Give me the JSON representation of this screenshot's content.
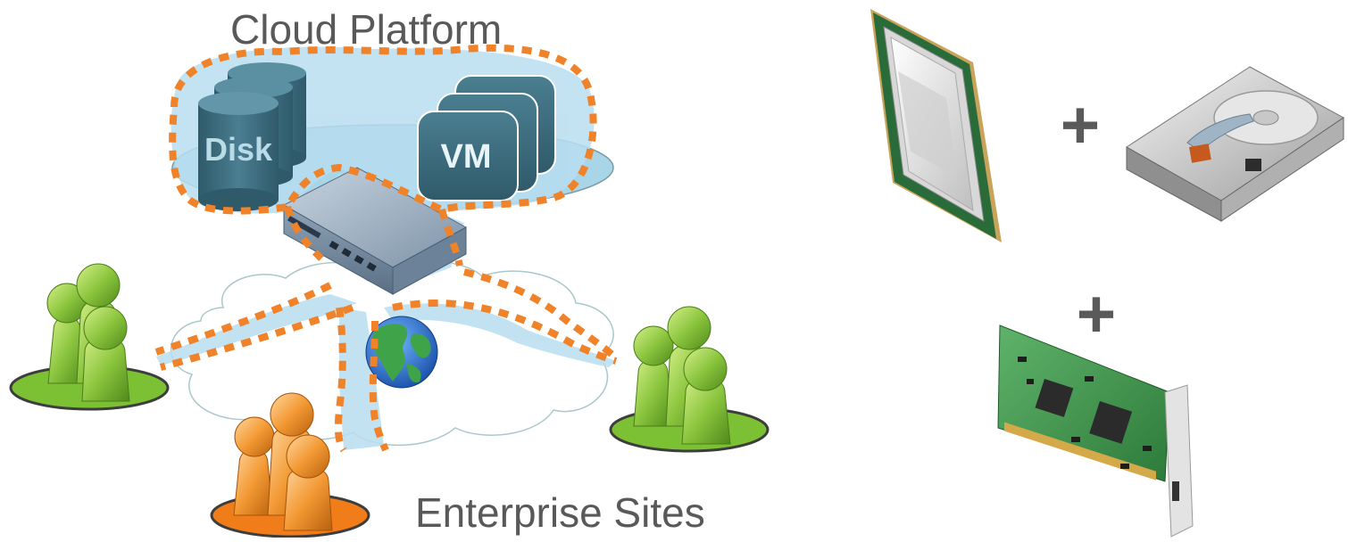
{
  "labels": {
    "cloud_platform": "Cloud Platform",
    "enterprise_sites": "Enterprise Sites",
    "disk": "Disk",
    "vm": "VM"
  },
  "operators": {
    "plus_1": "+",
    "plus_2": "+"
  },
  "icons": {
    "storage": "disk-stack-icon",
    "compute": "vm-stack-icon",
    "network_switch": "network-switch-icon",
    "internet": "globe-icon",
    "sites": [
      "user-group-icon-green-left",
      "user-group-icon-orange",
      "user-group-icon-green-right"
    ],
    "hardware": [
      "cpu-chip-icon",
      "hard-drive-icon",
      "network-card-icon"
    ]
  },
  "colors": {
    "slice_outline": "#f0822a",
    "cloud_fill": "#a8d6e8",
    "disk_fill": "#3d6b7c",
    "users_green": "#8cc63f",
    "users_orange": "#f08a1e",
    "text": "#595959",
    "plus": "#5a5a5a"
  }
}
